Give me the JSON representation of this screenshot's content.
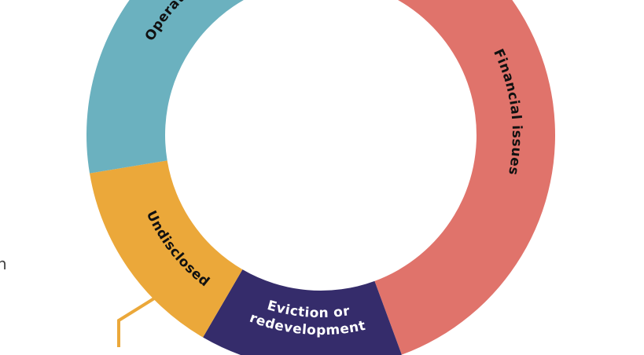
{
  "side_text": "n",
  "chart_data": {
    "type": "pie",
    "variant": "donut",
    "title": "",
    "slices": [
      {
        "label": "Financial issues",
        "value": 43,
        "color": "#E0736B",
        "text_color": "#111111"
      },
      {
        "label": "Eviction or redevelopment",
        "lines": [
          "Eviction or",
          "redevelopment"
        ],
        "value": 14,
        "color": "#352C6B",
        "text_color": "#FFFFFF"
      },
      {
        "label": "Undisclosed",
        "value": 14,
        "color": "#EBA83A",
        "text_color": "#111111"
      },
      {
        "label": "Operational issues",
        "value": 29,
        "color": "#6BB1BF",
        "text_color": "#111111"
      }
    ],
    "leader_color": "#EBA83A"
  }
}
